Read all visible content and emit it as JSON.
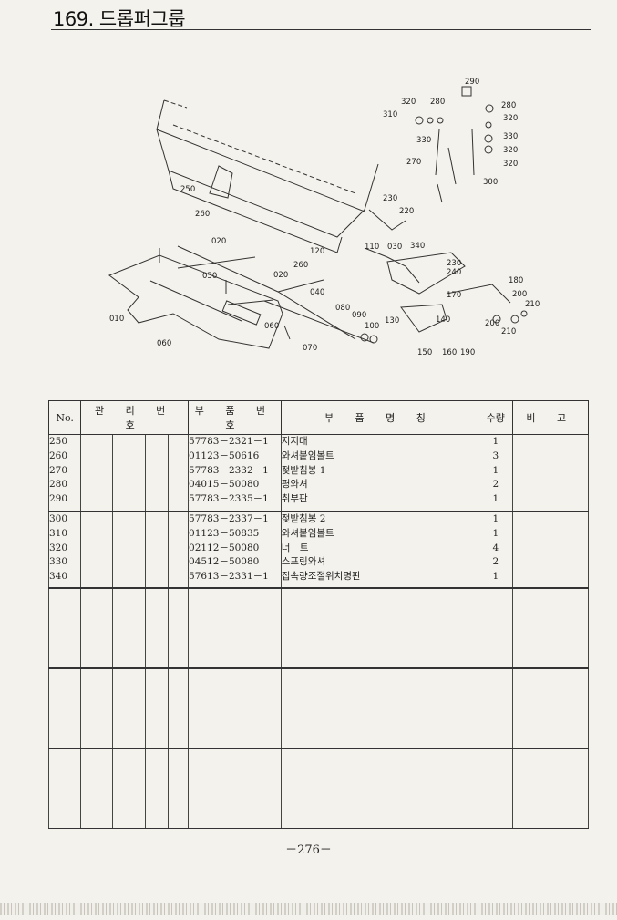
{
  "header": {
    "title": "169. 드롭퍼그룹"
  },
  "diagram": {
    "callouts": [
      "290",
      "320",
      "280",
      "310",
      "280",
      "320",
      "330",
      "330",
      "320",
      "320",
      "270",
      "300",
      "250",
      "230",
      "260",
      "220",
      "120",
      "110",
      "030",
      "340",
      "260",
      "230",
      "020",
      "240",
      "050",
      "040",
      "180",
      "020",
      "170",
      "200",
      "210",
      "080",
      "090",
      "130",
      "140",
      "200",
      "010",
      "060",
      "100",
      "210",
      "060",
      "070",
      "150",
      "160",
      "190"
    ]
  },
  "table": {
    "headers": [
      "No.",
      "관 리 번 호",
      "부 품 번 호",
      "부 품 명 칭",
      "수량",
      "비 고"
    ],
    "groups": [
      [
        {
          "no": "250",
          "part": "57783－2321－1",
          "name": "지지대",
          "qty": "1"
        },
        {
          "no": "260",
          "part": "01123－50616",
          "name": "와셔붙임볼트",
          "qty": "3"
        },
        {
          "no": "270",
          "part": "57783－2332－1",
          "name": "젖받침봉 1",
          "qty": "1"
        },
        {
          "no": "280",
          "part": "04015－50080",
          "name": "평와셔",
          "qty": "2"
        },
        {
          "no": "290",
          "part": "57783－2335－1",
          "name": "취부판",
          "qty": "1"
        }
      ],
      [
        {
          "no": "300",
          "part": "57783－2337－1",
          "name": "젖받침봉 2",
          "qty": "1"
        },
        {
          "no": "310",
          "part": "01123－50835",
          "name": "와셔붙임볼트",
          "qty": "1"
        },
        {
          "no": "320",
          "part": "02112－50080",
          "name": "너　트",
          "qty": "4"
        },
        {
          "no": "330",
          "part": "04512－50080",
          "name": "스프링와셔",
          "qty": "2"
        },
        {
          "no": "340",
          "part": "57613－2331－1",
          "name": "집속량조절위치명판",
          "qty": "1"
        }
      ]
    ]
  },
  "footer": {
    "page_number": "－276－"
  }
}
